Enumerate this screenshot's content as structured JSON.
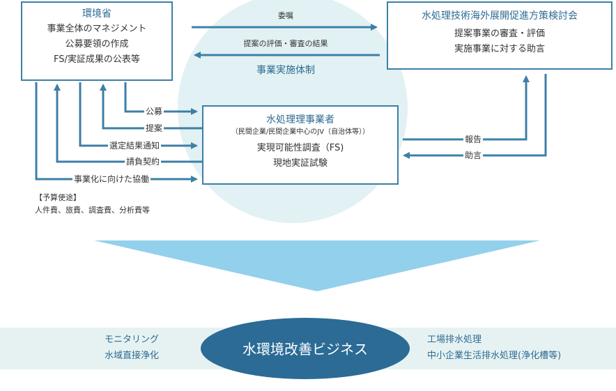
{
  "ministry": {
    "title": "環境省",
    "lines": [
      "事業全体のマネジメント",
      "公募要領の作成",
      "FS/実証成果の公表等"
    ]
  },
  "committee": {
    "title": "水処理技術海外展開促進方策検討会",
    "lines": [
      "提案事業の審査・評価",
      "実施事業に対する助言"
    ]
  },
  "flows_top": {
    "commission": "委嘱",
    "result": "提案の評価・審査の結果",
    "system_label": "事業実施体制"
  },
  "operator": {
    "title": "水処理理事業者",
    "subtitle": "（民間企業/民間企業中心のJV（自治体等））",
    "lines": [
      "実現可能性調査（FS)",
      "現地実証試験"
    ]
  },
  "left_flows": [
    "公募",
    "提案",
    "選定結果通知",
    "請負契約",
    "事業化に向けた協働"
  ],
  "right_flows": {
    "report": "報告",
    "advice": "助言"
  },
  "budget": {
    "heading": "【予算使途】",
    "items": "人件費、旅費、調査費、分析費等"
  },
  "business": {
    "center": "水環境改善ビジネス",
    "left": [
      "モニタリング",
      "水域直接浄化"
    ],
    "right": [
      "工場排水処理",
      "中小企業生活排水処理(浄化槽等)"
    ]
  },
  "colors": {
    "dark_blue": "#2e6b93",
    "line_blue": "#3d7fa6",
    "light_circle": "#e2f1f3",
    "light_band": "#e6f2f2",
    "funnel": "#93d0ec",
    "ellipse": "#2b6b96"
  }
}
